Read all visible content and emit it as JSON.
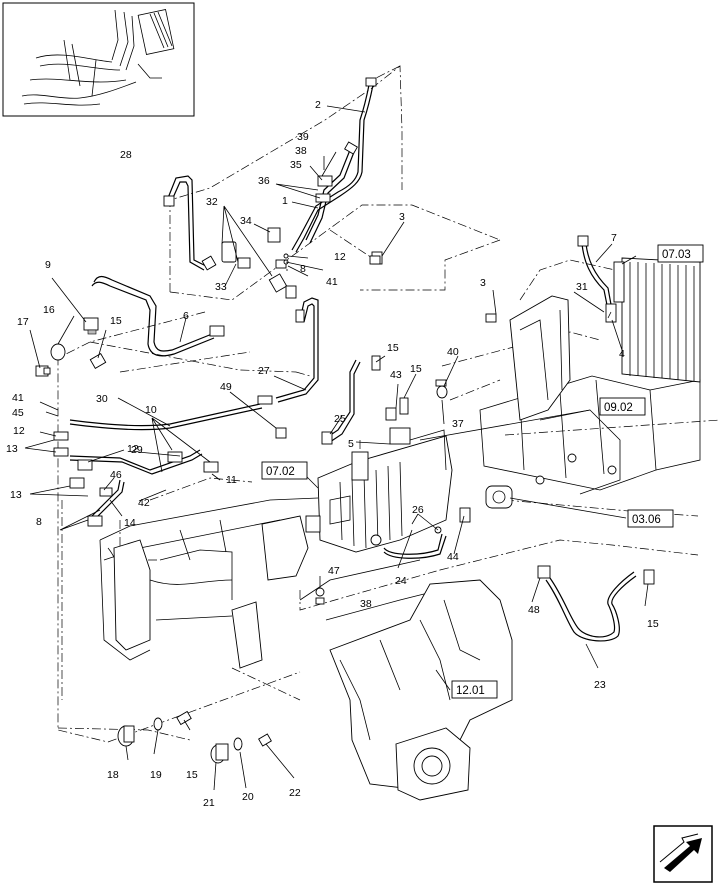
{
  "callouts": {
    "c1": "1",
    "c2": "2",
    "c3a": "3",
    "c3b": "3",
    "c4": "4",
    "c5": "5",
    "c6": "6",
    "c7": "7",
    "c8a": "8",
    "c8b": "8",
    "c9": "9",
    "c10": "10",
    "c11": "11",
    "c12a": "12",
    "c12b": "12",
    "c12c": "12",
    "c13a": "13",
    "c13b": "13",
    "c14": "14",
    "c15a": "15",
    "c15b": "15",
    "c15c": "15",
    "c15d": "15",
    "c15e": "15",
    "c16": "16",
    "c17": "17",
    "c18": "18",
    "c19": "19",
    "c20": "20",
    "c21": "21",
    "c22": "22",
    "c23": "23",
    "c24": "24",
    "c25": "25",
    "c26": "26",
    "c27": "27",
    "c28": "28",
    "c29": "29",
    "c30": "30",
    "c31": "31",
    "c32": "32",
    "c33": "33",
    "c34": "34",
    "c35": "35",
    "c36": "36",
    "c37": "37",
    "c38a": "38",
    "c38b": "38",
    "c39": "39",
    "c40": "40",
    "c41a": "41",
    "c41b": "41",
    "c42": "42",
    "c43": "43",
    "c44": "44",
    "c45": "45",
    "c46": "46",
    "c47": "47",
    "c48": "48",
    "c49": "49"
  },
  "references": {
    "r0703": "07.03",
    "r0902": "09.02",
    "r0702": "07.02",
    "r0306": "03.06",
    "r1201": "12.01"
  },
  "icons": {
    "thumbnail": "overview-thumbnail-icon",
    "nav": "next-page-arrow-icon"
  }
}
